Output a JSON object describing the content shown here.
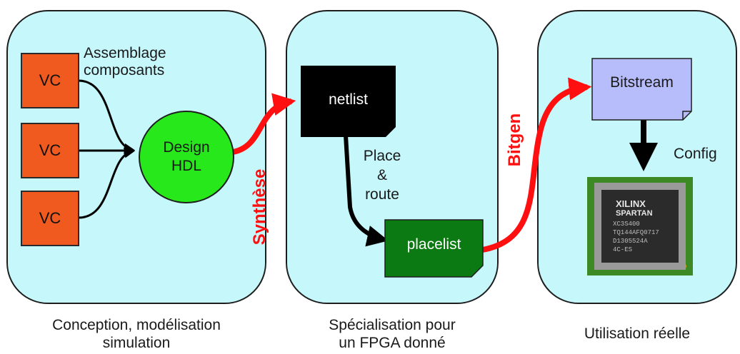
{
  "stages": [
    {
      "caption": "Conception, modélisation\nsimulation"
    },
    {
      "caption": "Spécialisation pour\nun FPGA donné"
    },
    {
      "caption": "Utilisation réelle"
    }
  ],
  "conception": {
    "vc_labels": [
      "VC",
      "VC",
      "VC"
    ],
    "assembly_label": "Assemblage\ncomposants",
    "design_label": "Design\nHDL",
    "design_color": "#26e81a",
    "vc_color": "#f15a1f"
  },
  "synthesis_label": "Synthèse",
  "fpga": {
    "netlist_label": "netlist",
    "place_route_label": "Place\n&\nroute",
    "placelist_label": "placelist",
    "netlist_color": "#000000",
    "placelist_color": "#0c7a12"
  },
  "bitgen_label": "Bitgen",
  "usage": {
    "bitstream_label": "Bitstream",
    "bitstream_color": "#b7bcfb",
    "config_label": "Config",
    "chip": {
      "brand": "XILINX",
      "model": "SPARTAN",
      "markings": [
        "XC3S400",
        "TQ144AFQ0717",
        "D1305524A",
        "4C-ES"
      ]
    }
  },
  "accent_arrow_color": "#ff0f0f"
}
